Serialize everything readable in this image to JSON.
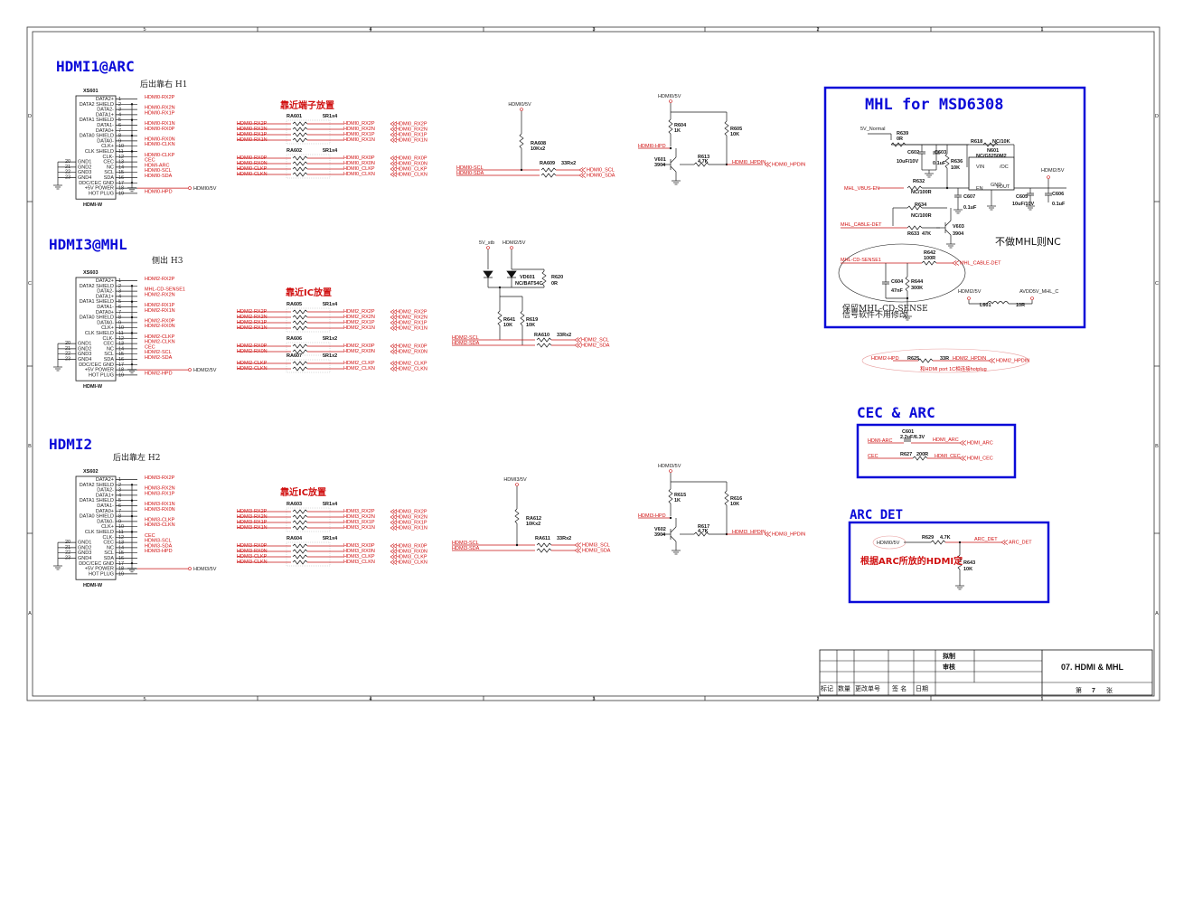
{
  "sections": {
    "hdmi1_title": "HDMI1@ARC",
    "hdmi1_sub": "后出靠右 H1",
    "hdmi3_title": "HDMI3@MHL",
    "hdmi3_sub": "侧出 H3",
    "hdmi2_title": "HDMI2",
    "hdmi2_sub": "后出靠左 H2",
    "mhl_title": "MHL for MSD6308",
    "cec_title": "CEC & ARC",
    "arcdet_title": "ARC DET"
  },
  "notes": {
    "near_terminal": "靠近端子放置",
    "near_ic_1": "靠近IC放置",
    "near_ic_2": "靠近IC放置",
    "mhl_nc": "不做MHL则NC",
    "mhl_keep": "保留MHL-CD-SENSE",
    "mhl_keep2": "信号软件不用修改",
    "arc_rule": "根据ARC所放的HDMI定",
    "hpd_note": "和HDMI port 1C相连接hotplug"
  },
  "connectors": [
    {
      "ref": "XS601",
      "type": "HDMI-W",
      "power": "HDMI0/5V",
      "prefix": "HDMI0"
    },
    {
      "ref": "XS603",
      "type": "HDMI-W",
      "power": "HDMI2/5V",
      "prefix": "HDMI2"
    },
    {
      "ref": "XS602",
      "type": "HDMI-W",
      "power": "HDMI3/5V",
      "prefix": "HDMI3"
    }
  ],
  "pin_names": [
    "DATA2+",
    "DATA2 SHIELD",
    "DATA2-",
    "DATA1+",
    "DATA1 SHIELD",
    "DATA1-",
    "DATA0+",
    "DATA0 SHIELD",
    "DATA0-",
    "CLK+",
    "CLK SHIELD",
    "CLK-",
    "CEC",
    "NC",
    "SCL",
    "SDA",
    "DDC/CEC GND",
    "+5V POWER",
    "HOT PLUG"
  ],
  "gnd_pins": [
    "GND1",
    "GND2",
    "GND3",
    "GND4"
  ],
  "gnd_nums": [
    "20",
    "21",
    "22",
    "23"
  ],
  "conn_nets": {
    "hdmi0": [
      "HDMI0-RX2P",
      "HDMI0-RX2N",
      "HDMI0-RX1P",
      "HDMI0-RX1N",
      "HDMI0-RX0P",
      "HDMI0-RX0N",
      "HDMI0-CLKN",
      "HDMI0-CLKP",
      "CEC",
      "HDMI-ARC",
      "HDMI0-SCL",
      "HDMI0-SDA",
      "HDMI0-HPD"
    ],
    "hdmi2": [
      "HDMI2-RX2P",
      "MHL-CD-SENSE1",
      "HDMI2-RX2N",
      "HDMI2-RX1P",
      "HDMI2-RX1N",
      "HDMI2-RX0P",
      "HDMI2-RX0N",
      "HDMI2-CLKP",
      "HDMI2-CLKN",
      "CEC",
      "HDMI2-SCL",
      "HDMI2-SDA",
      "HDMI2-HPD"
    ],
    "hdmi3": [
      "HDMI3-RX2P",
      "HDMI3-RX2N",
      "HDMI3-RX1P",
      "HDMI3-RX1N",
      "HDMI3-RX0N",
      "HDMI3-CLKP",
      "HDMI3-CLKN",
      "CEC",
      "HDMI3-SCL",
      "HDMI3-SDA",
      "HDMI3-HPD"
    ]
  },
  "res_arrays": {
    "hdmi0": [
      {
        "ref": "RA601",
        "val": "5R1x4"
      },
      {
        "ref": "RA602",
        "val": "5R1x4"
      }
    ],
    "hdmi2": [
      {
        "ref": "RA605",
        "val": "5R1x4"
      },
      {
        "ref": "RA606",
        "val": "5R1x2"
      },
      {
        "ref": "RA607",
        "val": "5R1x2"
      }
    ],
    "hdmi3": [
      {
        "ref": "RA603",
        "val": "5R1x4"
      },
      {
        "ref": "RA604",
        "val": "5R1x4"
      }
    ]
  },
  "ra_nets": {
    "hdmi0_in": [
      "HDMI0-RX2P",
      "HDMI0-RX2N",
      "HDMI0-RX1P",
      "HDMI0-RX1N",
      "HDMI0-RX0P",
      "HDMI0-RX0N",
      "HDMI0-CLKP",
      "HDMI0-CLKN"
    ],
    "hdmi0_out": [
      "HDMI0_RX2P",
      "HDMI0_RX2N",
      "HDMI0_RX1P",
      "HDMI0_RX1N",
      "HDMI0_RX0P",
      "HDMI0_RX0N",
      "HDMI0_CLKP",
      "HDMI0_CLKN"
    ],
    "hdmi2_in": [
      "HDMI2-RX2P",
      "HDMI2-RX2N",
      "HDMI2-RX1P",
      "HDMI2-RX1N",
      "HDMI2-RX0P",
      "HDMI2-RX0N",
      "HDMI2-CLKP",
      "HDMI2-CLKN"
    ],
    "hdmi2_out": [
      "HDMI2_RX2P",
      "HDMI2_RX2N",
      "HDMI2_RX1P",
      "HDMI2_RX1N",
      "HDMI2_RX0P",
      "HDMI2_RX0N",
      "HDMI2_CLKP",
      "HDMI2_CLKN"
    ],
    "hdmi3_in": [
      "HDMI3-RX2P",
      "HDMI3-RX2N",
      "HDMI3-RX1P",
      "HDMI3-RX1N",
      "HDMI3-RX0P",
      "HDMI3-RX0N",
      "HDMI3-CLKP",
      "HDMI3-CLKN"
    ],
    "hdmi3_out": [
      "HDMI3_RX2P",
      "HDMI3_RX2N",
      "HDMI3_RX1P",
      "HDMI3_RX1N",
      "HDMI3_RX0P",
      "HDMI3_RX0N",
      "HDMI3_CLKP",
      "HDMI3_CLKN"
    ]
  },
  "ddc": {
    "hdmi0": {
      "power": "HDMI0/5V",
      "ra_pull": "RA608",
      "ra_pull_val": "10Kx2",
      "ra_ser": "RA609",
      "ra_ser_val": "33Rx2",
      "in": [
        "HDMI0-SCL",
        "HDMI0-SDA"
      ],
      "out": [
        "HDMI0_SCL",
        "HDMI0_SDA"
      ]
    },
    "hdmi2": {
      "power": "HDMI2/5V",
      "stb": "5V_stb",
      "diode": "VD601",
      "diode_val": "NC/BAT54C",
      "r1": "R620",
      "r1_val": "0R",
      "r2": "R641",
      "r2_val": "10K",
      "r3": "R619",
      "r3_val": "10K",
      "ra_ser": "RA610",
      "ra_ser_val": "33Rx2",
      "in": [
        "HDMI2-SCL",
        "HDMI2-SDA"
      ],
      "out": [
        "HDMI2_SCL",
        "HDMI2_SDA"
      ]
    },
    "hdmi3": {
      "power": "HDMI3/5V",
      "ra_pull": "RA612",
      "ra_pull_val": "10Kx2",
      "ra_ser": "RA611",
      "ra_ser_val": "33Rx2",
      "in": [
        "HDMI3-SCL",
        "HDMI3-SDA"
      ],
      "out": [
        "HDMI3_SCL",
        "HDMI3_SDA"
      ]
    }
  },
  "hpd": {
    "hdmi0": {
      "power": "HDMI0/5V",
      "r_top": "R604",
      "r_top_val": "1K",
      "r_pull": "R605",
      "r_pull_val": "10K",
      "q": "V601",
      "q_val": "3904",
      "r_b": "R613",
      "r_b_val": "4.7K",
      "in": "HDMI0-HPD",
      "net": "HDMI0_HPDIN",
      "out": "HDMI0_HPDIN"
    },
    "hdmi3": {
      "power": "HDMI3/5V",
      "r_top": "R615",
      "r_top_val": "1K",
      "r_pull": "R616",
      "r_pull_val": "10K",
      "q": "V602",
      "q_val": "3904",
      "r_b": "R617",
      "r_b_val": "4.7K",
      "in": "HDMI3-HPD",
      "net": "HDMI3_HPDIN",
      "out": "HDMI3_HPDIN"
    }
  },
  "mhl": {
    "v5": "5V_Normal",
    "r639": "R639",
    "r639_val": "0R",
    "c602": "C602",
    "c602_val": "10uF/10V",
    "c603": "C603",
    "c603_val": "0.1uF",
    "r636": "R636",
    "r636_val": "10K",
    "r618": "R618",
    "r618_val": "NC/10K",
    "u": "N601",
    "u_val": "NC/G5250M2",
    "vin": "VIN",
    "oc": "/OC",
    "en": "EN",
    "gnd": "GND",
    "vout": "VOUT",
    "pwr": "HDMI2/5V",
    "vbus": "MHL_VBUS-EN",
    "r632": "R632",
    "r632_val": "NC/100R",
    "c607": "C607",
    "c607_val": "0.1uF",
    "r634": "R634",
    "r634_val": "NC/100R",
    "c605": "C605",
    "c605_val": "10uF/10V",
    "c606": "C606",
    "c606_val": "0.1uF",
    "cable": "MHL_CABLE-DET",
    "r633": "R633",
    "r633_val": "47K",
    "q": "V603",
    "q_val": "3904",
    "sense": "MHL-CD-SENSE1",
    "r642": "R642",
    "r642_val": "100R",
    "cable_out": "MHL_CABLE-DET",
    "c604": "C604",
    "c604_val": "47nF",
    "r644": "R644",
    "r644_val": "300K",
    "l_pwr": "HDMI2/5V",
    "l": "L601",
    "l_val": "10R",
    "l_out": "AVDD5V_MHL_C"
  },
  "hpd_link": {
    "in": "HDMI2-HPD",
    "r": "R625",
    "r_val": "33R",
    "net": "HDMI2_HPDIN",
    "out": "HDMI2_HPDIN"
  },
  "cec": {
    "c": "C601",
    "c_val": "2.2uF/6.3V",
    "in1": "HDMI-ARC",
    "out1": "HDMI_ARC",
    "out1b": "HDMI_ARC",
    "in2": "CEC",
    "r": "R627",
    "r_val": "200R",
    "out2": "HDMI_CEC",
    "out2b": "HDMI_CEC"
  },
  "arc_det": {
    "in": "HDMI0/5V",
    "r1": "R629",
    "r1_val": "4.7K",
    "net": "ARC_DET",
    "out": "ARC_DET",
    "r2": "R643",
    "r2_val": "10K"
  },
  "title_block": {
    "draw": "拟制",
    "check": "审核",
    "sheet_title": "07. HDMI & MHL",
    "h1": "标记",
    "h2": "数量",
    "h3": "更改单号",
    "h4": "签 名",
    "h5": "日期",
    "page_pre": "第",
    "page": "7",
    "page_post": "张"
  },
  "border": {
    "top": [
      "5",
      "4",
      "3",
      "2",
      "1"
    ],
    "side": [
      "D",
      "C",
      "B",
      "A"
    ]
  }
}
